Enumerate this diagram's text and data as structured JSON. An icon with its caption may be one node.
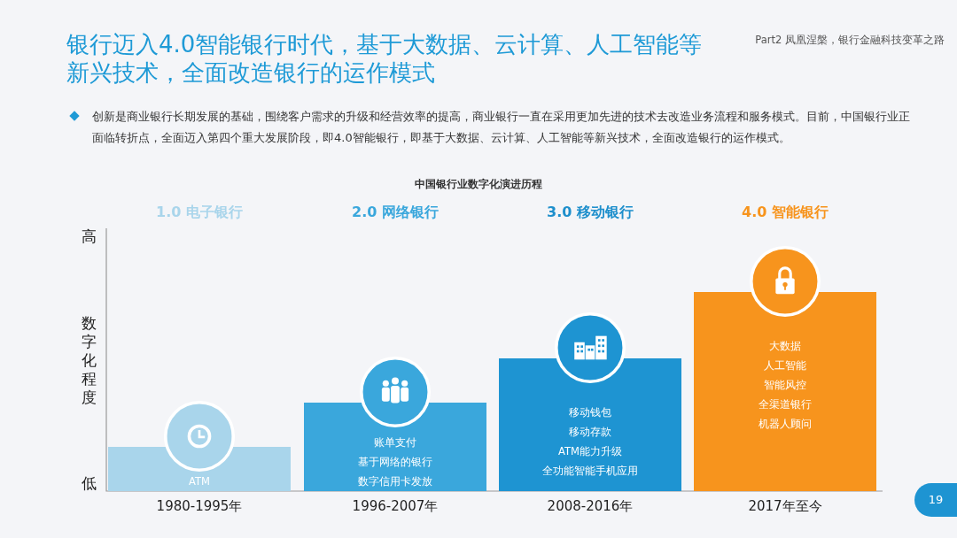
{
  "diagram": {
    "title": "银行迈入4.0智能银行时代，基于大数据、云计算、人工智能等新兴技术，全面改造银行的运作模式",
    "nodes": [
      {
        "text": [
          "ATM"
        ],
        "beside": [
          "1980-1995年"
        ]
      },
      {
        "text": [
          "账单支付",
          "基于网络的银行",
          "数字信用卡发放"
        ],
        "beside": [
          "1996-2007年"
        ]
      },
      {
        "text": [
          "移动钱包",
          "移动存款",
          "ATM能力升级",
          "全功能智能手机应用"
        ],
        "beside": [
          "2008-2016年"
        ]
      },
      {
        "text": [
          "大数据",
          "人工智能",
          "智能风控",
          "全渠道银行",
          "机器人顾问"
        ],
        "beside": [
          "2017年至今"
        ]
      }
    ],
    "edges": [],
    "labels": [
      "Part2 凤凰涅槃，银行金融科技变革之路",
      "创新是商业银行长期发展的基础，围绕客户需求的升级和经营效率的提高，商业银行一直在采用更加先进的技术去改造业务流程和服务模式。目前，中国银行业正面临转折点，全面迈入第四个重大发展阶段，即4.0智能银行，即基于大数据、云计算、人工智能等新兴技术，全面改造银行的运作模式。",
      "中国银行业数字化演进历程",
      "1.0 电子银行",
      "2.0 网络银行",
      "3.0 移动银行",
      "4.0 智能银行",
      "高",
      "数字化程度",
      "低",
      "19"
    ]
  }
}
